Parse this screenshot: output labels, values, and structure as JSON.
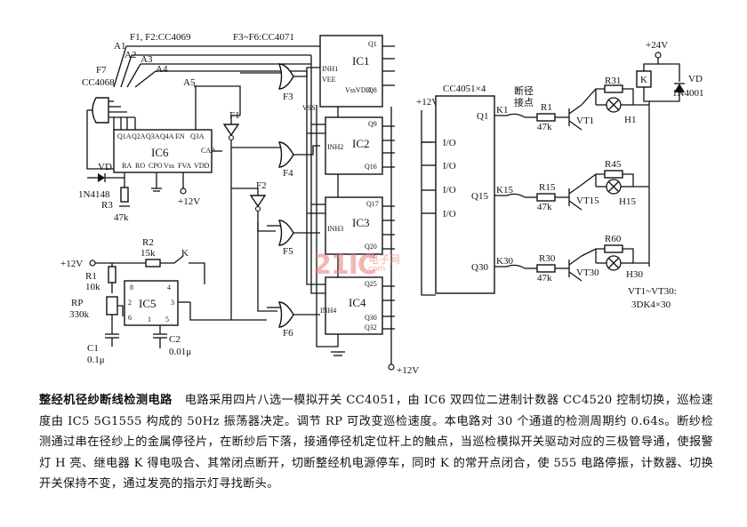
{
  "diagram": {
    "header": {
      "f1f2": "F1, F2:CC4069",
      "f3f6": "F3~F6:CC4071"
    },
    "address_lines": [
      "A1",
      "A2",
      "A3",
      "A4",
      "A5"
    ],
    "f7": {
      "name": "F7",
      "part": "CC4068"
    },
    "ic6": {
      "name": "IC6",
      "top_pins": [
        "Q1A",
        "Q2A",
        "Q3A",
        "Q4A",
        "EN",
        "Q3A"
      ],
      "bottom_pins": [
        "RA",
        "RO",
        "CPO",
        "Vss",
        "FVA",
        "VDD"
      ],
      "cap_pin": "CAP"
    },
    "vd_left": {
      "name": "VD",
      "part": "1N4148"
    },
    "r3": {
      "name": "R3",
      "value": "47k"
    },
    "plus12_ic6": "+12V",
    "gates": [
      "F1",
      "F2",
      "F3",
      "F4",
      "F5",
      "F6"
    ],
    "mux_ics": [
      {
        "name": "IC1",
        "pins": [
          "Q1",
          "INH1",
          "VEE",
          "Vss",
          "Q8",
          "VDD"
        ]
      },
      {
        "name": "IC2",
        "pins": [
          "Q9",
          "INH2",
          "Q16"
        ]
      },
      {
        "name": "IC3",
        "pins": [
          "Q17",
          "INH3",
          "Q20"
        ]
      },
      {
        "name": "IC4",
        "pins": [
          "Q25",
          "INH4",
          "Q30",
          "Q32"
        ]
      }
    ],
    "vss_label": "VSS",
    "plus12_bottom": "+12V",
    "osc": {
      "supply": "+12V",
      "r2": {
        "name": "R2",
        "value": "15k"
      },
      "switch": "K",
      "r1": {
        "name": "R1",
        "value": "10k"
      },
      "rp": {
        "name": "RP",
        "value": "330k"
      },
      "ic5": {
        "name": "IC5",
        "pins": [
          "8",
          "4",
          "3",
          "2",
          "6",
          "1",
          "5"
        ]
      },
      "c1": {
        "name": "C1",
        "value": "0.1μ"
      },
      "c2": {
        "name": "C2",
        "value": "0.01μ"
      }
    },
    "cc4051": {
      "label": "CC4051×4",
      "supply": "+12V",
      "io": [
        "I/O",
        "I/O",
        "I/O",
        "I/O"
      ],
      "outputs": [
        "Q1",
        "Q15",
        "Q30"
      ]
    },
    "break_point": "断径\n接点",
    "channels": [
      {
        "k": "K1",
        "r": "R1",
        "rv": "47k",
        "vt": "VT1",
        "rh": "R31",
        "h": "H1"
      },
      {
        "k": "K15",
        "r": "R15",
        "rv": "47k",
        "vt": "VT15",
        "rh": "R45",
        "h": "H15"
      },
      {
        "k": "K30",
        "r": "R30",
        "rv": "47k",
        "vt": "VT30",
        "rh": "R60",
        "h": "H30"
      }
    ],
    "relay": {
      "supply": "+24V",
      "coil": "K",
      "diode": "VD",
      "diode_part": "1N4001"
    },
    "transistor_note": [
      "VT1~VT30:",
      "3DK4×30"
    ]
  },
  "watermark": {
    "main": "21IC",
    "sub": "电子网",
    "url": "com"
  },
  "caption": {
    "title": "整经机径纱断线检测电路",
    "body": "电路采用四片八选一模拟开关 CC4051，由 IC6 双四位二进制计数器 CC4520 控制切换，巡检速度由 IC5 5G1555 构成的 50Hz 振荡器决定。调节 RP 可改变巡检速度。本电路对 30 个通道的检测周期约 0.64s。断纱检测通过串在径纱上的金属停径片，在断纱后下落，接通停径机定位杆上的触点，当巡检模拟开关驱动对应的三极管导通，使报警灯 H 亮、继电器 K 得电吸合、其常闭点断开，切断整经机电源停车，同时 K 的常开点闭合，使 555 电路停振，计数器、切换开关保持不变，通过发亮的指示灯寻找断头。"
  }
}
